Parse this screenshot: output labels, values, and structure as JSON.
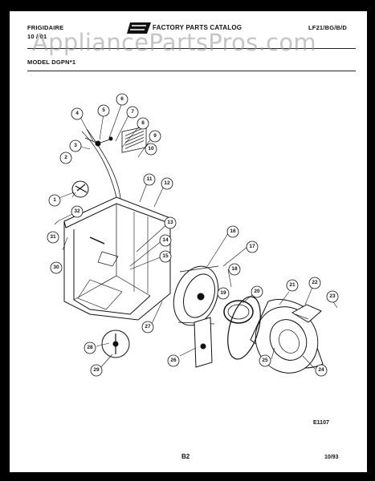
{
  "watermark": "AppliancePartsPros.com",
  "header": {
    "brand": "FRIGIDAIRE",
    "brand_sub": "10 / 01",
    "catalog_title": "FACTORY PARTS CATALOG",
    "catalog_code": "LF21/BG/B/D",
    "model": "MODEL DGPN*1"
  },
  "callouts": [
    "4",
    "5",
    "6",
    "7",
    "8",
    "9",
    "3",
    "10",
    "2",
    "1",
    "11",
    "12",
    "32",
    "31",
    "30",
    "13",
    "14",
    "15",
    "16",
    "17",
    "18",
    "19",
    "20",
    "21",
    "22",
    "23",
    "24",
    "25",
    "26",
    "27",
    "28",
    "29"
  ],
  "footer": {
    "diagram_code": "E1107",
    "page": "B2",
    "date": "10/93"
  }
}
